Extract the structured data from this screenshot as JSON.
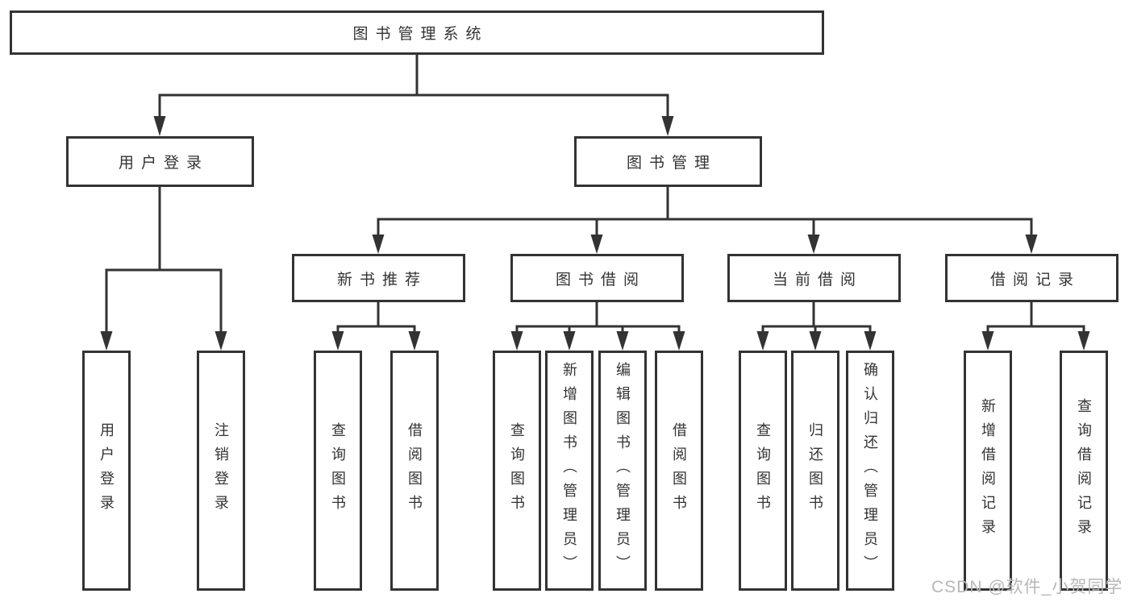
{
  "diagram": {
    "title": "图书管理系统",
    "type": "hierarchy-tree",
    "colors": {
      "line": "#333333",
      "box_border": "#333333",
      "text": "#333333",
      "background": "#ffffff",
      "watermark": "#b7b7b7"
    },
    "tree": {
      "label": "图书管理系统",
      "children": [
        {
          "label": "用户登录",
          "children": [
            {
              "label": "用户登录"
            },
            {
              "label": "注销登录"
            }
          ]
        },
        {
          "label": "图书管理",
          "children": [
            {
              "label": "新书推荐",
              "children": [
                {
                  "label": "查询图书"
                },
                {
                  "label": "借阅图书"
                }
              ]
            },
            {
              "label": "图书借阅",
              "children": [
                {
                  "label": "查询图书"
                },
                {
                  "label": "新增图书（管理员）"
                },
                {
                  "label": "编辑图书（管理员）"
                },
                {
                  "label": "借阅图书"
                }
              ]
            },
            {
              "label": "当前借阅",
              "children": [
                {
                  "label": "查询图书"
                },
                {
                  "label": "归还图书"
                },
                {
                  "label": "确认归还（管理员）"
                }
              ]
            },
            {
              "label": "借阅记录",
              "children": [
                {
                  "label": "新增借阅记录"
                },
                {
                  "label": "查询借阅记录"
                }
              ]
            }
          ]
        }
      ]
    },
    "watermark": "CSDN @软件_小贺同学"
  }
}
